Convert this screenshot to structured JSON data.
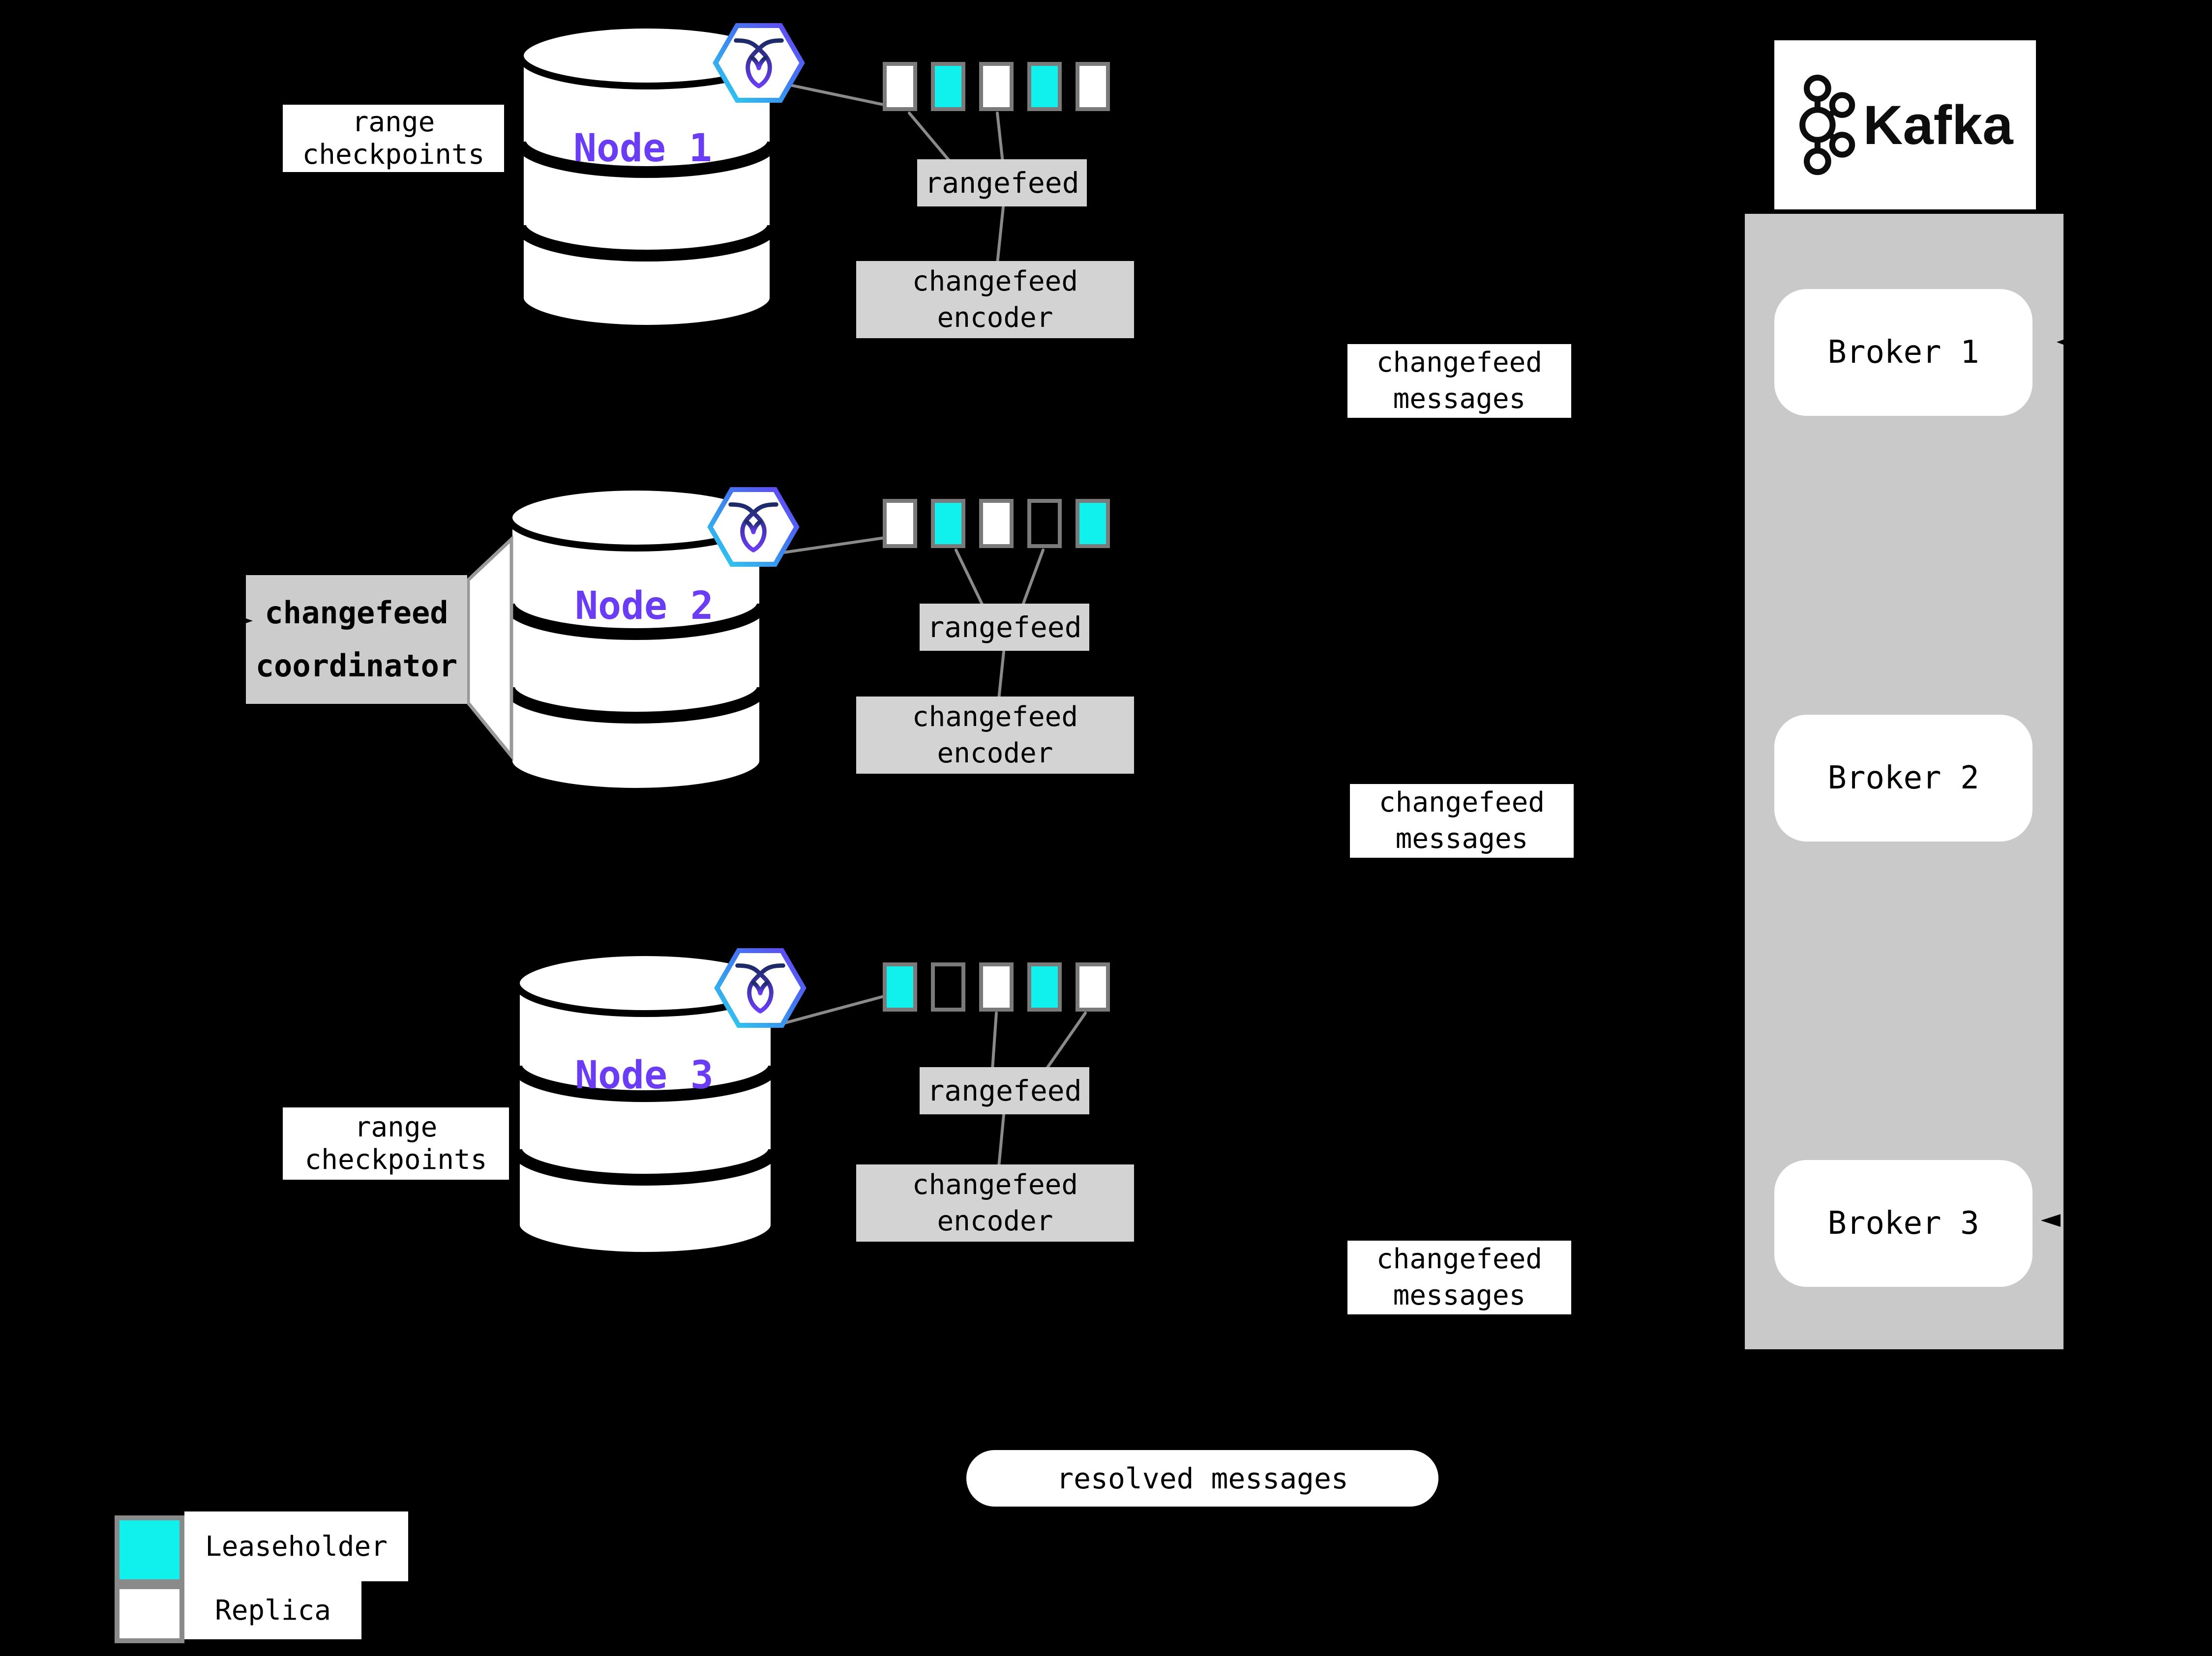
{
  "nodes": [
    {
      "name": "Node 1",
      "annotation": "range checkpoints",
      "rangefeed_label": "rangefeed",
      "encoder_label": "changefeed encoder",
      "messages_label": "changefeed messages",
      "ranges": [
        "replica",
        "leaseholder",
        "replica",
        "leaseholder",
        "replica"
      ]
    },
    {
      "name": "Node 2",
      "annotation": "changefeed coordinator",
      "rangefeed_label": "rangefeed",
      "encoder_label": "changefeed encoder",
      "messages_label": "changefeed messages",
      "ranges": [
        "replica",
        "leaseholder",
        "replica",
        "empty",
        "leaseholder"
      ]
    },
    {
      "name": "Node 3",
      "annotation": "range checkpoints",
      "rangefeed_label": "rangefeed",
      "encoder_label": "changefeed encoder",
      "messages_label": "changefeed messages",
      "ranges": [
        "leaseholder",
        "empty",
        "replica",
        "leaseholder",
        "replica"
      ]
    }
  ],
  "kafka": {
    "logo_text": "Kafka",
    "brokers": [
      {
        "label": "Broker 1"
      },
      {
        "label": "Broker 2"
      },
      {
        "label": "Broker 3"
      }
    ]
  },
  "resolved_messages_label": "resolved messages",
  "legend": [
    {
      "swatch": "leaseholder",
      "label": "Leaseholder"
    },
    {
      "swatch": "replica",
      "label": "Replica"
    }
  ],
  "colors": {
    "background": "#000000",
    "leaseholder_fill": "#10f0ec",
    "replica_fill": "#ffffff",
    "range_border": "#7a7a7a",
    "node_name_text": "#6a3df5",
    "process_box_gray": "#d3d3d3",
    "kafka_panel_gray": "#c9c9c9",
    "connector_gray": "#8a8a8a",
    "cockroach_logo_cyan": "#2bc9e8",
    "cockroach_logo_purple": "#6a3df5"
  }
}
